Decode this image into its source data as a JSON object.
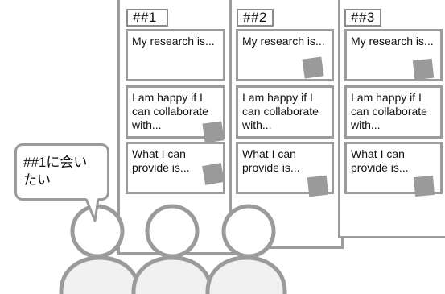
{
  "columns": [
    {
      "title": "##1",
      "cards": [
        {
          "text": "My research is..."
        },
        {
          "text": "I am happy if I\ncan collaborate\nwith..."
        },
        {
          "text": "What I can\nprovide is..."
        }
      ]
    },
    {
      "title": "##2",
      "cards": [
        {
          "text": "My research is..."
        },
        {
          "text": "I am happy if I\ncan collaborate\nwith..."
        },
        {
          "text": "What I can\nprovide is..."
        }
      ]
    },
    {
      "title": "##3",
      "cards": [
        {
          "text": "My research is..."
        },
        {
          "text": "I am happy if I\ncan collaborate\nwith..."
        },
        {
          "text": "What I can\nprovide is..."
        }
      ]
    }
  ],
  "speech_bubble": {
    "text": "##1に会い\nたい"
  },
  "colors": {
    "outline": "#9b9b9b",
    "sticky_note": "#9a9a9a",
    "person_fill": "#f1f1f1"
  },
  "people_count": 3
}
